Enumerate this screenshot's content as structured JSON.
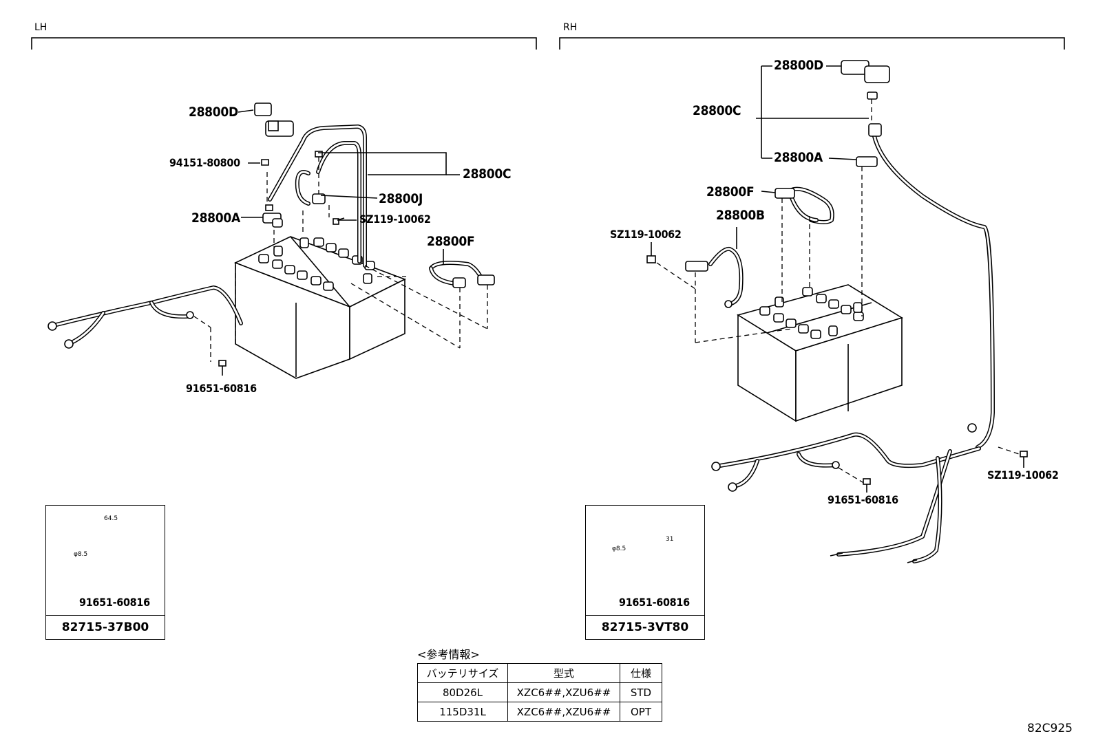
{
  "sections": {
    "lh": "LH",
    "rh": "RH"
  },
  "lh_labels": {
    "d": "28800D",
    "bolt": "94151-80800",
    "a": "28800A",
    "c": "28800C",
    "j": "28800J",
    "sz": "SZ119-10062",
    "f": "28800F",
    "screw": "91651-60816"
  },
  "rh_labels": {
    "d": "28800D",
    "c": "28800C",
    "a": "28800A",
    "f": "28800F",
    "b": "28800B",
    "sz_top": "SZ119-10062",
    "screw": "91651-60816",
    "sz_right": "SZ119-10062"
  },
  "insets": [
    {
      "bolt": "91651-60816",
      "part": "82715-37B00",
      "dim1": "64.5",
      "dim2": "φ8.5"
    },
    {
      "bolt": "91651-60816",
      "part": "82715-3VT80",
      "dim1": "31",
      "dim2": "φ8.5"
    }
  ],
  "reference": {
    "title": "<参考情報>",
    "headers": [
      "バッテリサイズ",
      "型式",
      "仕様"
    ],
    "rows": [
      [
        "80D26L",
        "XZC6##,XZU6##",
        "STD"
      ],
      [
        "115D31L",
        "XZC6##,XZU6##",
        "OPT"
      ]
    ]
  },
  "diagram_code": "82C925"
}
